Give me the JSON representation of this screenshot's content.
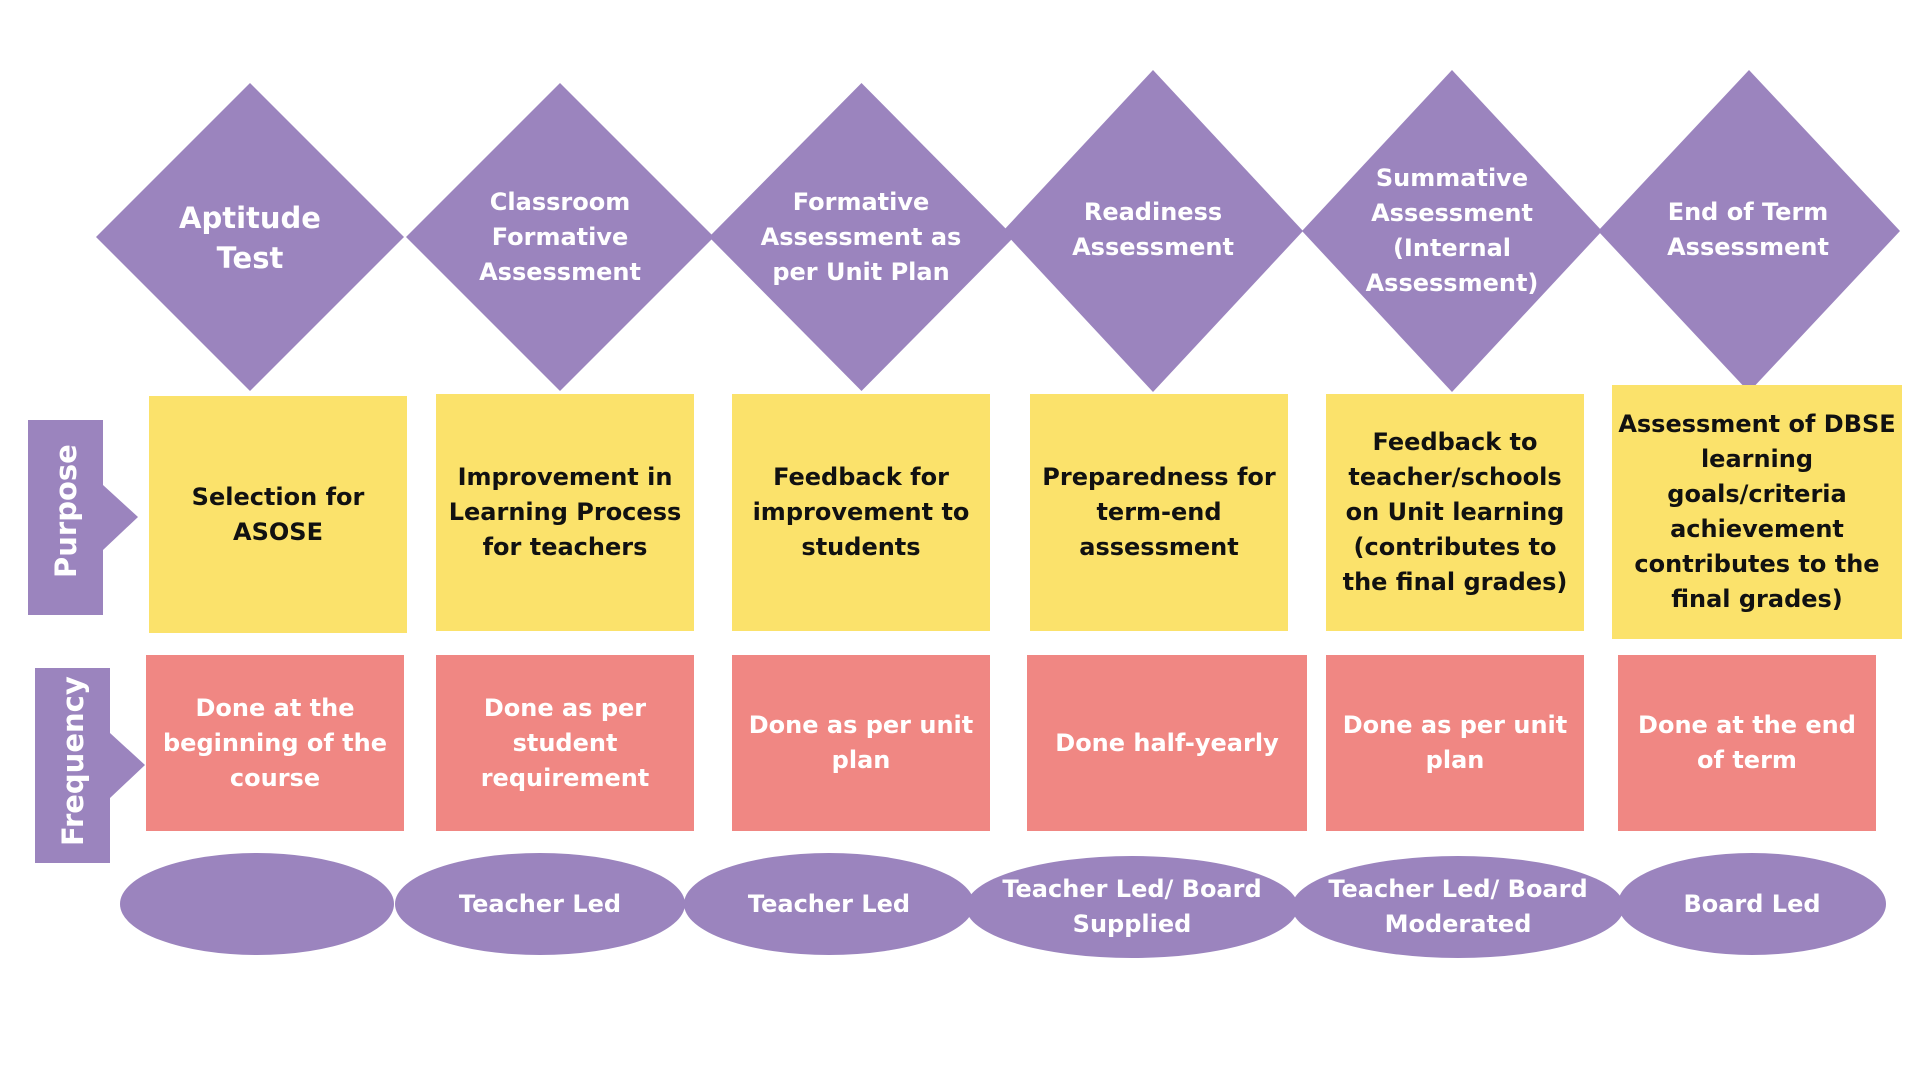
{
  "colors": {
    "diamond": "#9b84be",
    "purpose": "#fbe26b",
    "frequency": "#f08783",
    "pill": "#9b84be",
    "label_tab": "#9b84be"
  },
  "row_labels": {
    "purpose": "Purpose",
    "frequency": "Frequency"
  },
  "assessments": [
    {
      "name": "Aptitude Test",
      "purpose": "Selection for ASOSE",
      "frequency": "Done at the beginning of the course",
      "led_by": ""
    },
    {
      "name": "Classroom Formative Assessment",
      "purpose": "Improvement in Learning Process for teachers",
      "frequency": "Done as per student requirement",
      "led_by": "Teacher Led"
    },
    {
      "name": "Formative Assessment as per Unit Plan",
      "purpose": "Feedback for improvement to students",
      "frequency": "Done as per unit plan",
      "led_by": "Teacher Led"
    },
    {
      "name": "Readiness Assessment",
      "purpose": "Preparedness for term-end assessment",
      "frequency": "Done half-yearly",
      "led_by": "Teacher Led/ Board Supplied"
    },
    {
      "name": "Summative Assessment (Internal Assessment)",
      "purpose": "Feedback to teacher/schools on Unit learning (contributes to the final grades)",
      "frequency": "Done as per unit plan",
      "led_by": "Teacher Led/ Board Moderated"
    },
    {
      "name": "End of Term Assessment",
      "purpose": "Assessment of DBSE learning goals/criteria achievement contributes to the final grades)",
      "frequency": "Done at the end of term",
      "led_by": "Board Led"
    }
  ]
}
